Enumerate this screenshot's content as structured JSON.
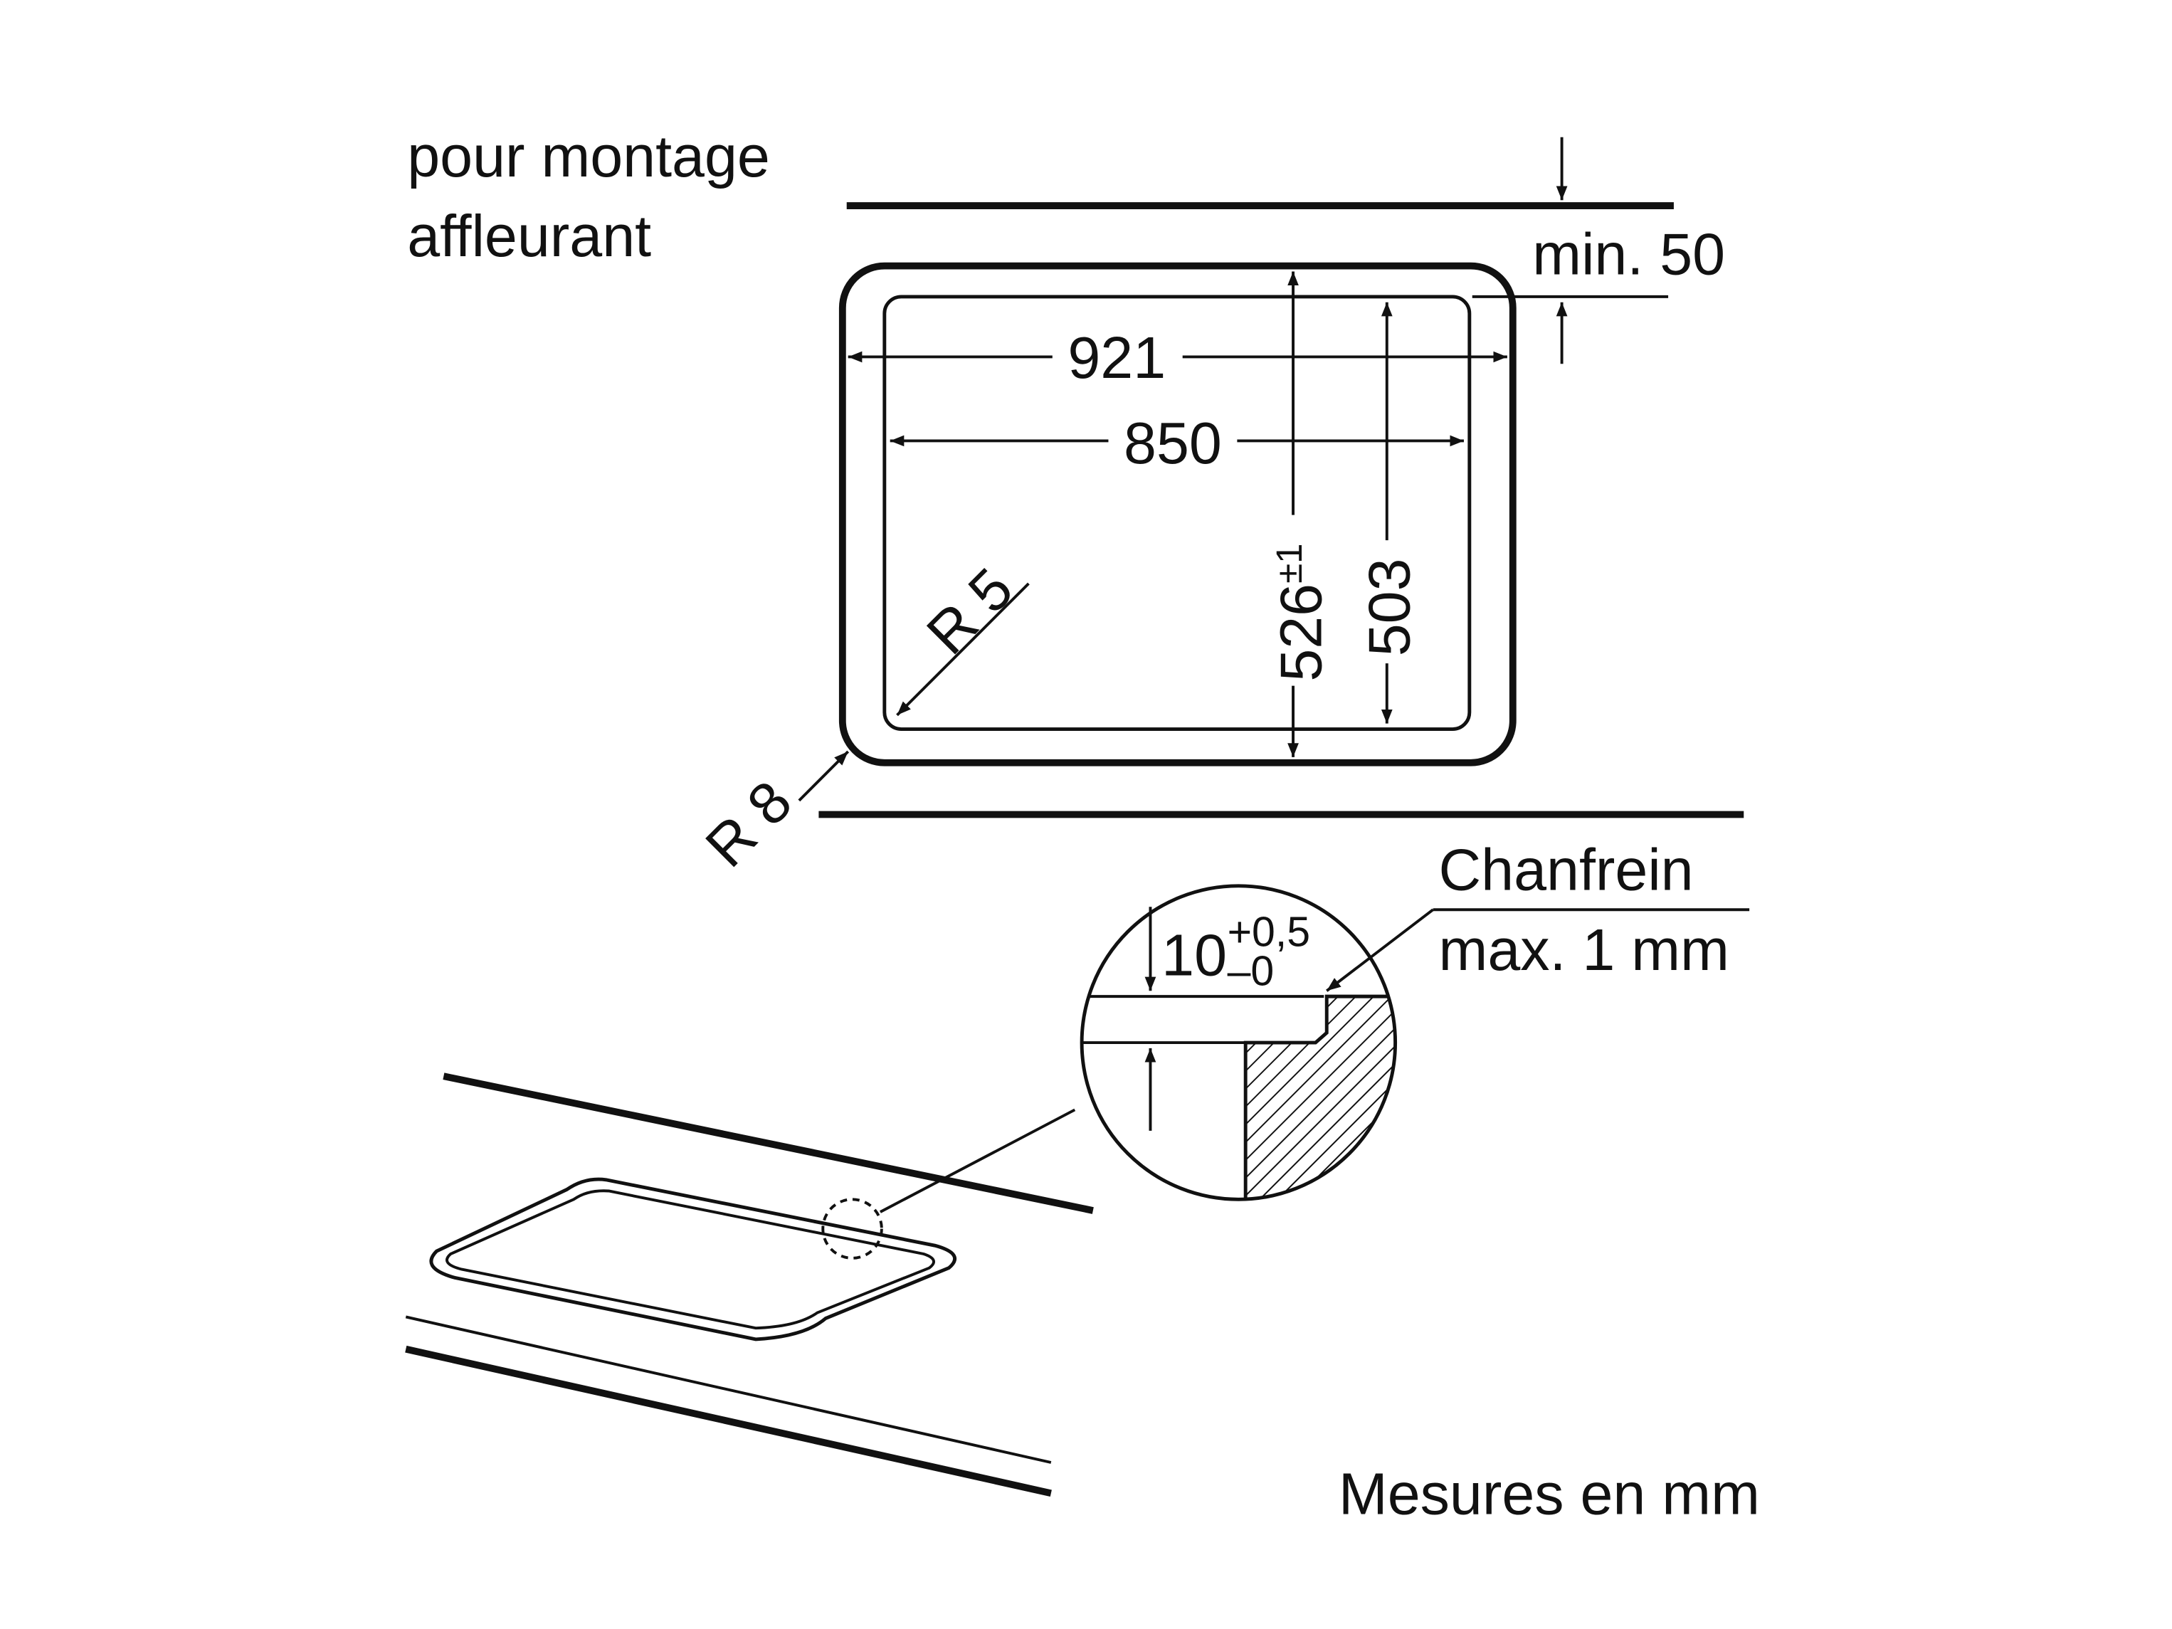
{
  "colors": {
    "ink": "#111111",
    "background": "#ffffff"
  },
  "labels": {
    "mounting_line1": "pour montage",
    "mounting_line2": "affleurant",
    "min_distance": "min. 50",
    "outer_width": "921",
    "inner_width": "850",
    "outer_depth_base": "526",
    "outer_depth_tolerance": "±1",
    "inner_depth": "503",
    "inner_radius": "R 5",
    "outer_radius": "R 8",
    "chamfer_line1": "Chanfrein",
    "chamfer_line2": "max. 1 mm",
    "rebate_base": "10",
    "rebate_tol_plus": "+0,5",
    "rebate_tol_minus": "–0",
    "units_note": "Mesures en mm"
  }
}
